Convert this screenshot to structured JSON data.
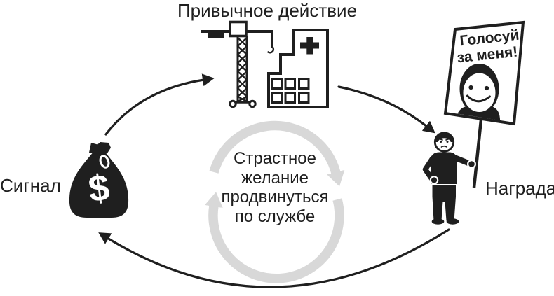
{
  "diagram": {
    "routine_label": "Привычное действие",
    "cue_label": "Сигнал",
    "reward_label": "Награда",
    "craving_lines": [
      "Страстное",
      "желание",
      "продвинуться",
      "по службе"
    ],
    "sign_lines": [
      "Голосуй",
      "за меня!"
    ],
    "money_symbol": "$",
    "icons": {
      "cue": "money-bag-icon",
      "routine": "crane-icon building-icon",
      "reward": "protester-icon vote-sign",
      "center": "craving-loop-icon"
    },
    "colors": {
      "ink": "#1f1f1f",
      "loop_gray": "#d8d8d8",
      "background": "#ffffff"
    }
  }
}
